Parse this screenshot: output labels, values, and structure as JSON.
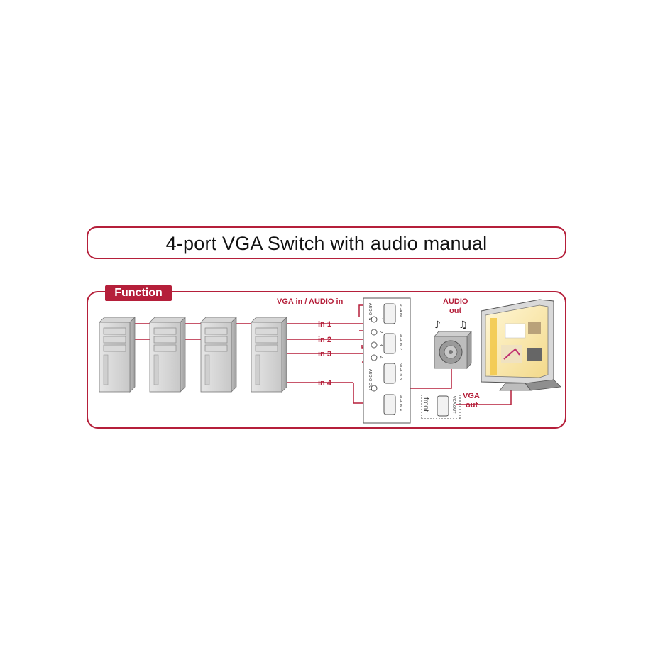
{
  "title": "4-port VGA Switch with audio manual",
  "section_tab": "Function",
  "labels": {
    "vga_audio_in": "VGA in / AUDIO in",
    "in1": "in 1",
    "in2": "in 2",
    "in3": "in 3",
    "in4": "in 4",
    "audio_out_line1": "AUDIO",
    "audio_out_line2": "out",
    "vga_out_line1": "VGA",
    "vga_out_line2": "out",
    "front": "front"
  },
  "switch_ports": {
    "audio_in": "AUDIO IN",
    "audio_out": "AUDIO OUT",
    "vga_in_1": "VGA IN 1",
    "vga_in_2": "VGA IN 2",
    "vga_in_3": "VGA IN 3",
    "vga_in_4": "VGA IN 4",
    "vga_out": "VGA OUT",
    "jack_numbers": [
      "1",
      "2",
      "3",
      "4"
    ]
  },
  "colors": {
    "accent": "#b51f3a",
    "cable": "#b51f3a"
  }
}
